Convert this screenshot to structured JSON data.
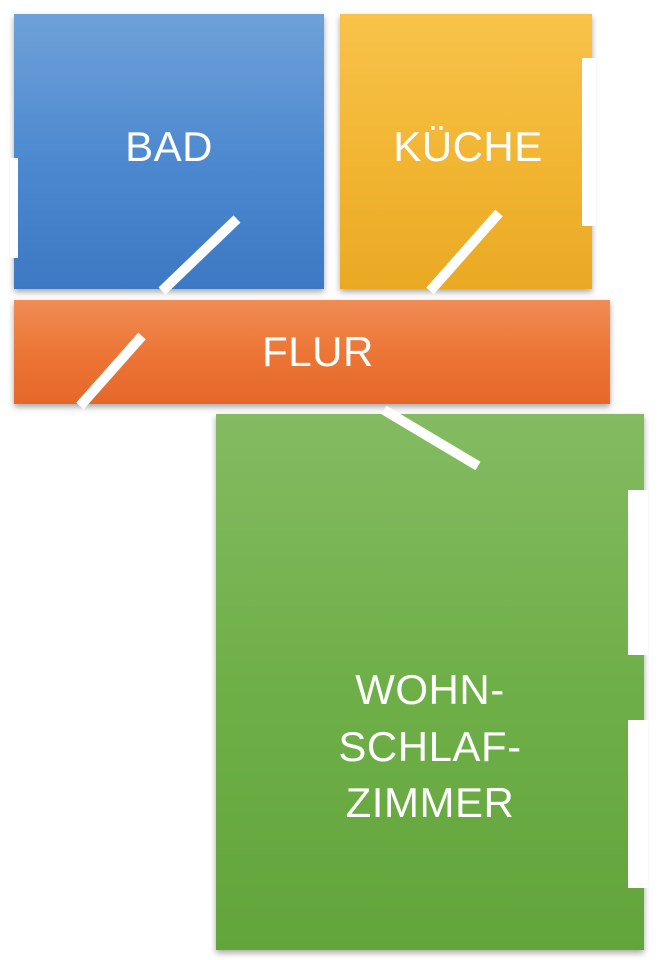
{
  "floorplan": {
    "rooms": [
      {
        "id": "bad",
        "label": "BAD",
        "color": "#4c88cf"
      },
      {
        "id": "kueche",
        "label": "KÜCHE",
        "color": "#f1b532"
      },
      {
        "id": "flur",
        "label": "FLUR",
        "color": "#ec7434"
      },
      {
        "id": "wohn",
        "label": "WOHN-\nSCHLAF-\nZIMMER",
        "color": "#6faf48"
      }
    ],
    "doors": [
      {
        "name": "door-bad-flur",
        "connects": [
          "BAD",
          "FLUR"
        ]
      },
      {
        "name": "door-kueche-flur",
        "connects": [
          "KÜCHE",
          "FLUR"
        ]
      },
      {
        "name": "door-flur-entrance",
        "connects": [
          "FLUR"
        ]
      },
      {
        "name": "door-flur-wohnschlafzimmer",
        "connects": [
          "FLUR",
          "WOHN-SCHLAF-ZIMMER"
        ]
      }
    ]
  }
}
